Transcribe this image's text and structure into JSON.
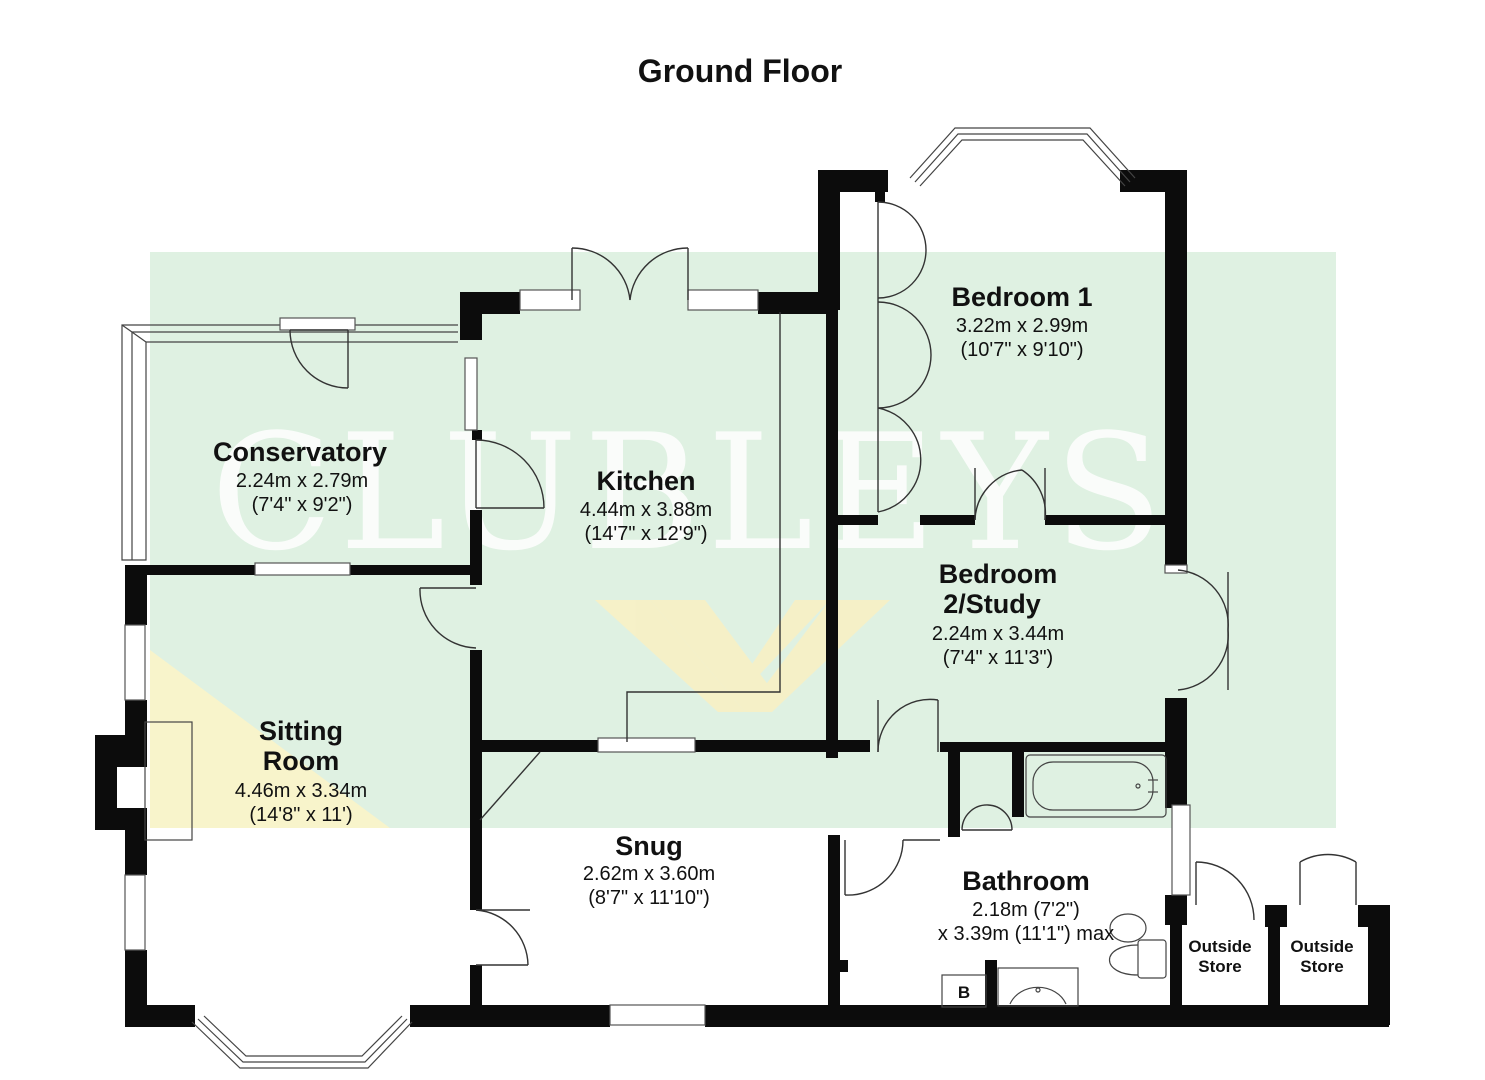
{
  "title": "Ground Floor",
  "watermark": "CLUBLEYS",
  "rooms": {
    "conservatory": {
      "name": "Conservatory",
      "dim_m": "2.24m x 2.79m",
      "dim_ft": "(7'4\" x 9'2\")"
    },
    "kitchen": {
      "name": "Kitchen",
      "dim_m": "4.44m x 3.88m",
      "dim_ft": "(14'7\" x 12'9\")"
    },
    "bedroom1": {
      "name": "Bedroom 1",
      "dim_m": "3.22m x 2.99m",
      "dim_ft": "(10'7\" x 9'10\")"
    },
    "bedroom2": {
      "name_line1": "Bedroom",
      "name_line2": "2/Study",
      "dim_m": "2.24m x 3.44m",
      "dim_ft": "(7'4\" x 11'3\")"
    },
    "sitting": {
      "name_line1": "Sitting",
      "name_line2": "Room",
      "dim_m": "4.46m x 3.34m",
      "dim_ft": "(14'8\" x 11')"
    },
    "snug": {
      "name": "Snug",
      "dim_m": "2.62m x 3.60m",
      "dim_ft": "(8'7\" x 11'10\")"
    },
    "bathroom": {
      "name": "Bathroom",
      "dim_line1": "2.18m (7'2\")",
      "dim_line2": "x 3.39m (11'1\") max"
    },
    "store1": {
      "name_line1": "Outside",
      "name_line2": "Store"
    },
    "store2": {
      "name_line1": "Outside",
      "name_line2": "Store"
    }
  },
  "boiler_label": "B",
  "colors": {
    "watermark_bg": "#dff1e2",
    "walls": "#0c0c0c",
    "chevron": "#fbf4c9"
  }
}
